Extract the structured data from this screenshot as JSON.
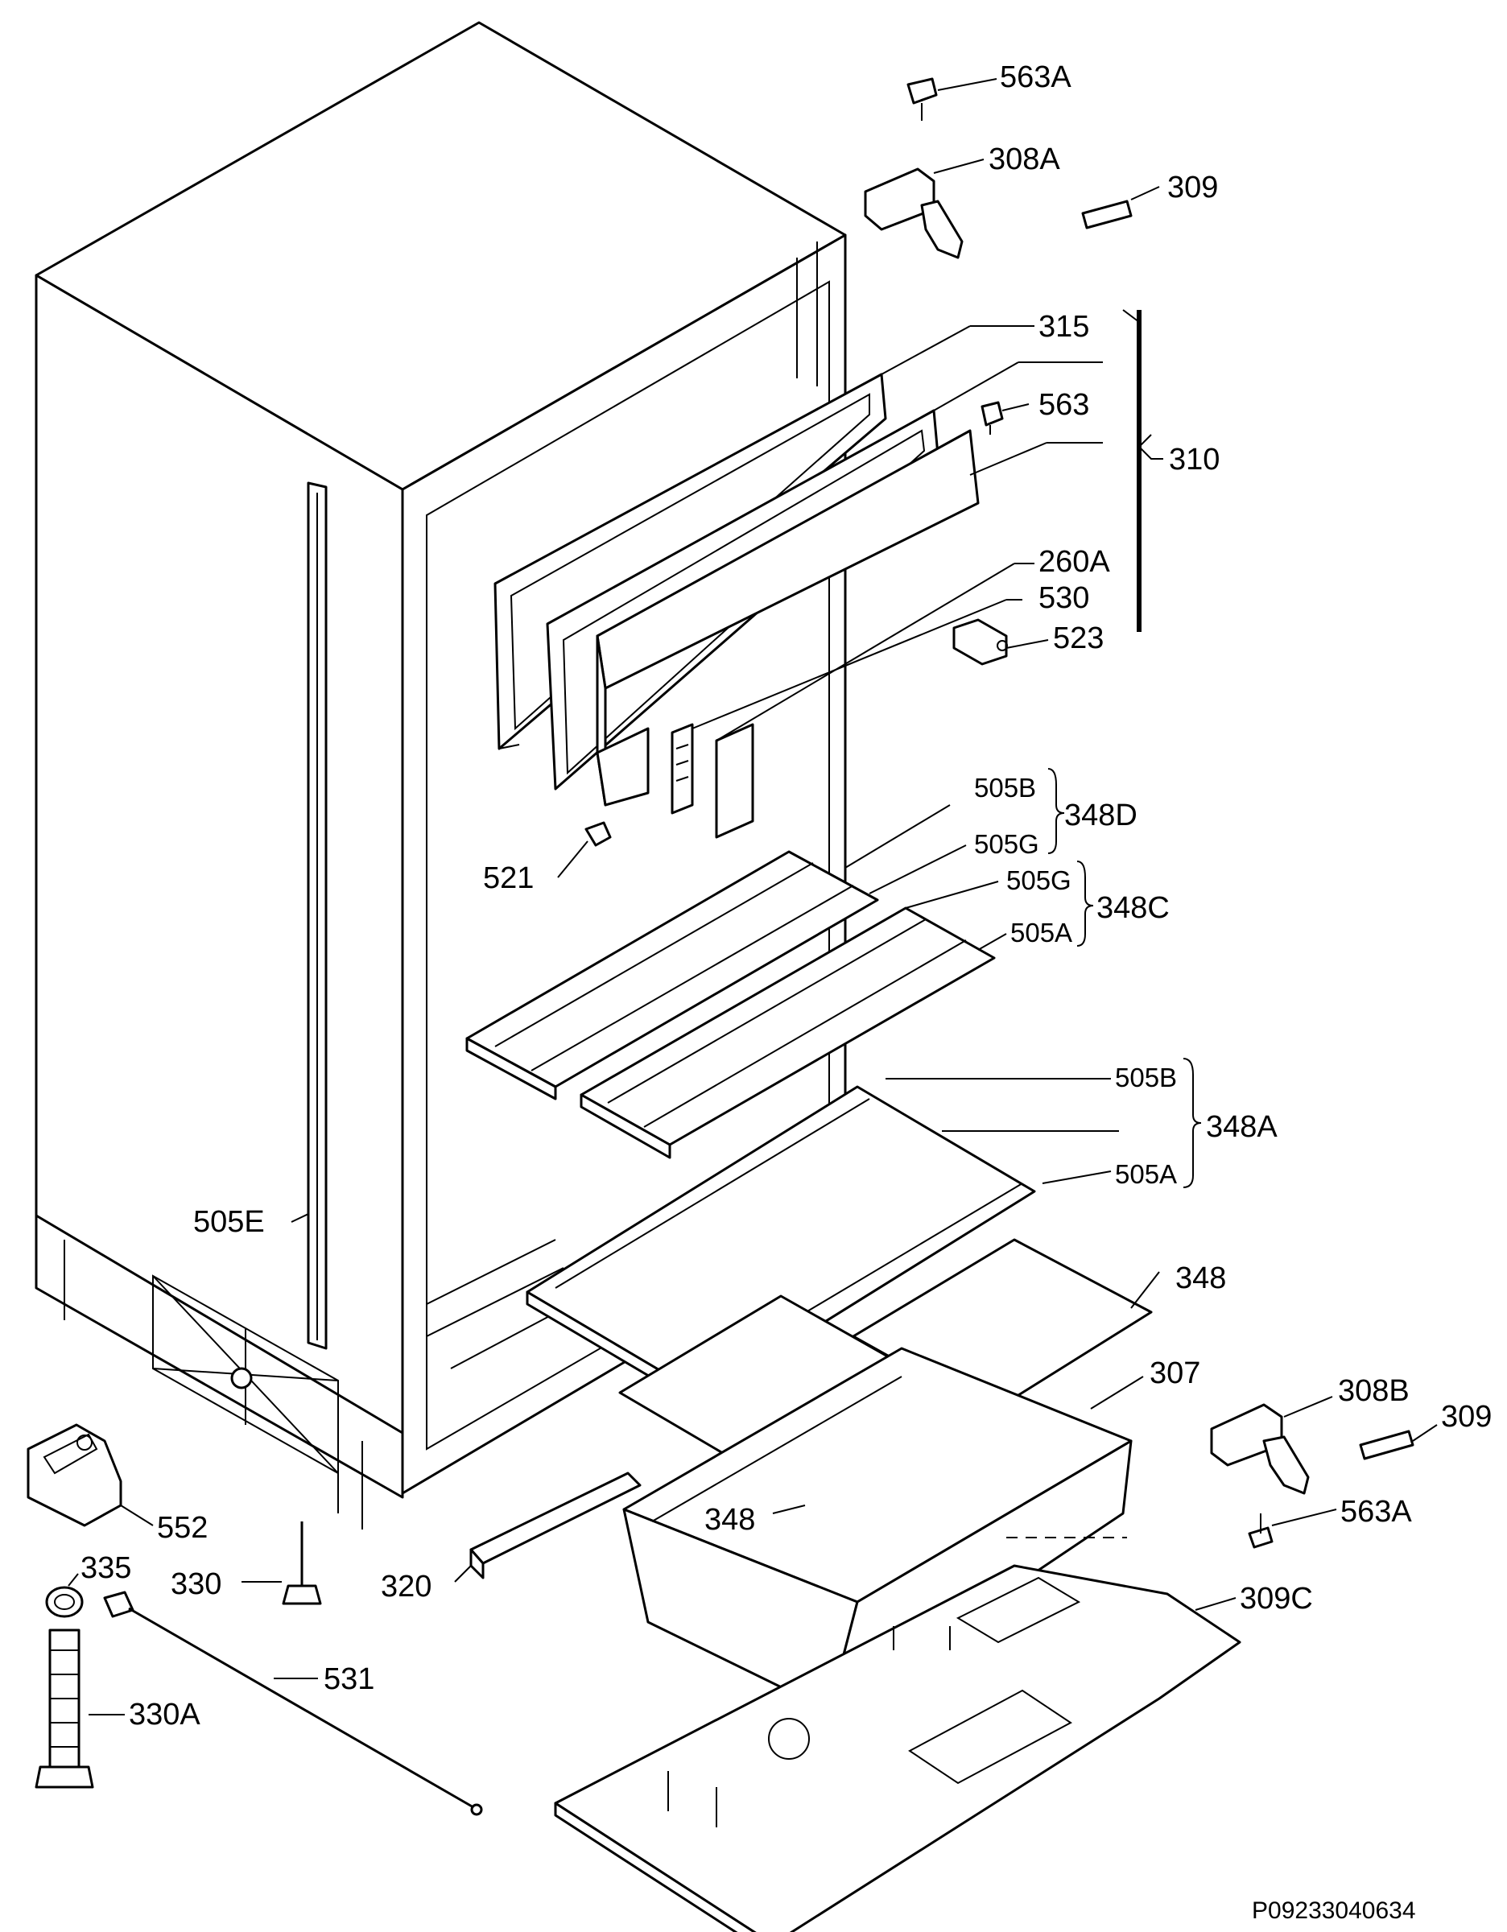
{
  "labels": {
    "p563A_top": "563A",
    "p308A": "308A",
    "p309_top": "309",
    "p315": "315",
    "p563": "563",
    "p310": "310",
    "p260A": "260A",
    "p530": "530",
    "p523": "523",
    "p505B_1": "505B",
    "p348D": "348D",
    "p505G_1": "505G",
    "p505G_2": "505G",
    "p348C": "348C",
    "p505A_1": "505A",
    "p521": "521",
    "p505B_2": "505B",
    "p348A": "348A",
    "p505A_2": "505A",
    "p505E": "505E",
    "p348_1": "348",
    "p307": "307",
    "p308B": "308B",
    "p309_mid": "309",
    "p563A_bot": "563A",
    "p348_2": "348",
    "p552": "552",
    "p335": "335",
    "p330": "330",
    "p320": "320",
    "p309C": "309C",
    "p531": "531",
    "p330A": "330A"
  },
  "drawing_code": "P09233040634"
}
